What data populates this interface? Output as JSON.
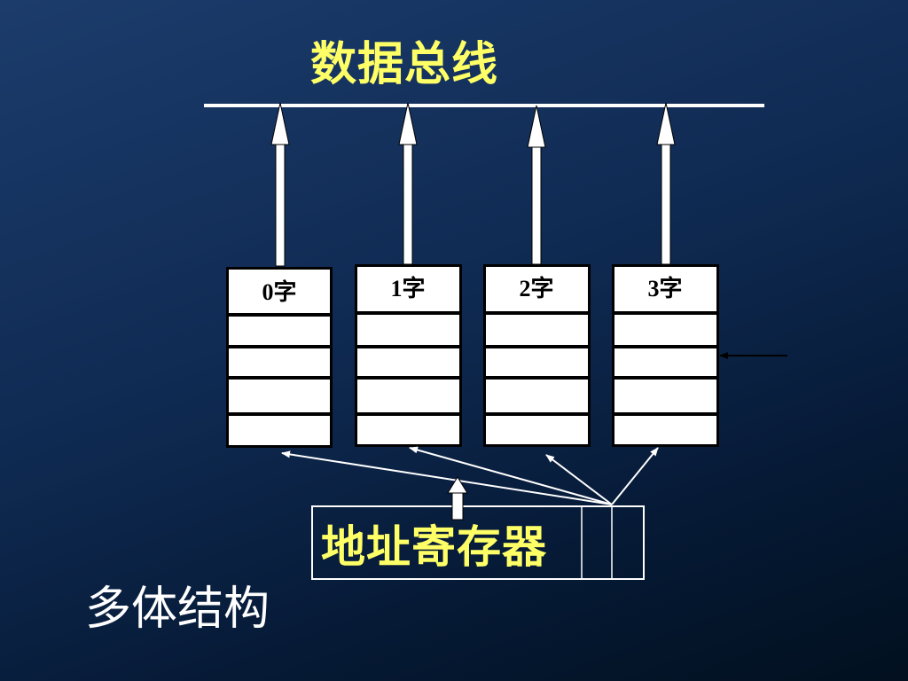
{
  "diagram": {
    "bus_label": "数据总线",
    "modules": [
      {
        "label": "0字"
      },
      {
        "label": "1字"
      },
      {
        "label": "2字"
      },
      {
        "label": "3字"
      }
    ],
    "address_register_label": "地址寄存器",
    "caption": "多体结构",
    "colors": {
      "background": "#0f2a52",
      "label_yellow": "#ffff66",
      "line_white": "#ffffff",
      "cell_fill": "#ffffff",
      "cell_border": "#000000"
    }
  }
}
